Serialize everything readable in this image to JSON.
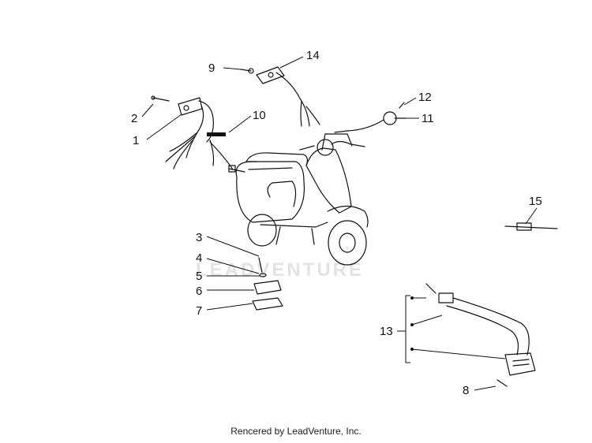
{
  "watermark": "LEADVENTURE",
  "callouts": {
    "c1": "1",
    "c2": "2",
    "c3": "3",
    "c4": "4",
    "c5": "5",
    "c6": "6",
    "c7": "7",
    "c8": "8",
    "c9": "9",
    "c10": "10",
    "c11": "11",
    "c12": "12",
    "c13": "13",
    "c14": "14",
    "c15": "15"
  },
  "credit": "Rencered by LeadVenture, Inc."
}
